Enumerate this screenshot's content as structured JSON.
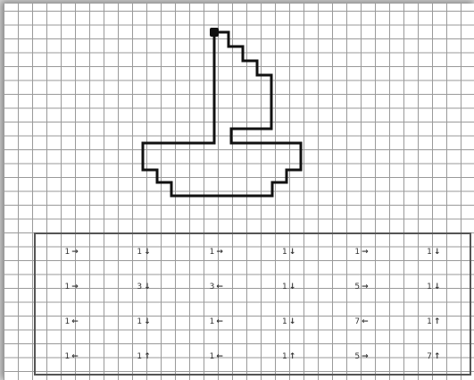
{
  "colors": {
    "line": "#111111",
    "grid": "#9a9a9a",
    "paper": "#ffffff"
  },
  "instructions": [
    [
      {
        "n": "1",
        "dir": "right",
        "arrow": "→"
      },
      {
        "n": "1",
        "dir": "down",
        "arrow": "↓"
      },
      {
        "n": "1",
        "dir": "right",
        "arrow": "→"
      },
      {
        "n": "1",
        "dir": "down",
        "arrow": "↓"
      },
      {
        "n": "1",
        "dir": "right",
        "arrow": "→"
      },
      {
        "n": "1",
        "dir": "down",
        "arrow": "↓"
      }
    ],
    [
      {
        "n": "1",
        "dir": "right",
        "arrow": "→"
      },
      {
        "n": "3",
        "dir": "down",
        "arrow": "↓"
      },
      {
        "n": "3",
        "dir": "left",
        "arrow": "←"
      },
      {
        "n": "1",
        "dir": "down",
        "arrow": "↓"
      },
      {
        "n": "5",
        "dir": "right",
        "arrow": "→"
      },
      {
        "n": "1",
        "dir": "down",
        "arrow": "↓"
      }
    ],
    [
      {
        "n": "1",
        "dir": "left",
        "arrow": "←"
      },
      {
        "n": "1",
        "dir": "down",
        "arrow": "↓"
      },
      {
        "n": "1",
        "dir": "left",
        "arrow": "←"
      },
      {
        "n": "1",
        "dir": "down",
        "arrow": "↓"
      },
      {
        "n": "7",
        "dir": "left",
        "arrow": "←"
      },
      {
        "n": "1",
        "dir": "up",
        "arrow": "↑"
      }
    ],
    [
      {
        "n": "1",
        "dir": "left",
        "arrow": "←"
      },
      {
        "n": "1",
        "dir": "up",
        "arrow": "↑"
      },
      {
        "n": "1",
        "dir": "left",
        "arrow": "←"
      },
      {
        "n": "1",
        "dir": "up",
        "arrow": "↑"
      },
      {
        "n": "5",
        "dir": "right",
        "arrow": "→"
      },
      {
        "n": "7",
        "dir": "up",
        "arrow": "↑"
      }
    ]
  ]
}
